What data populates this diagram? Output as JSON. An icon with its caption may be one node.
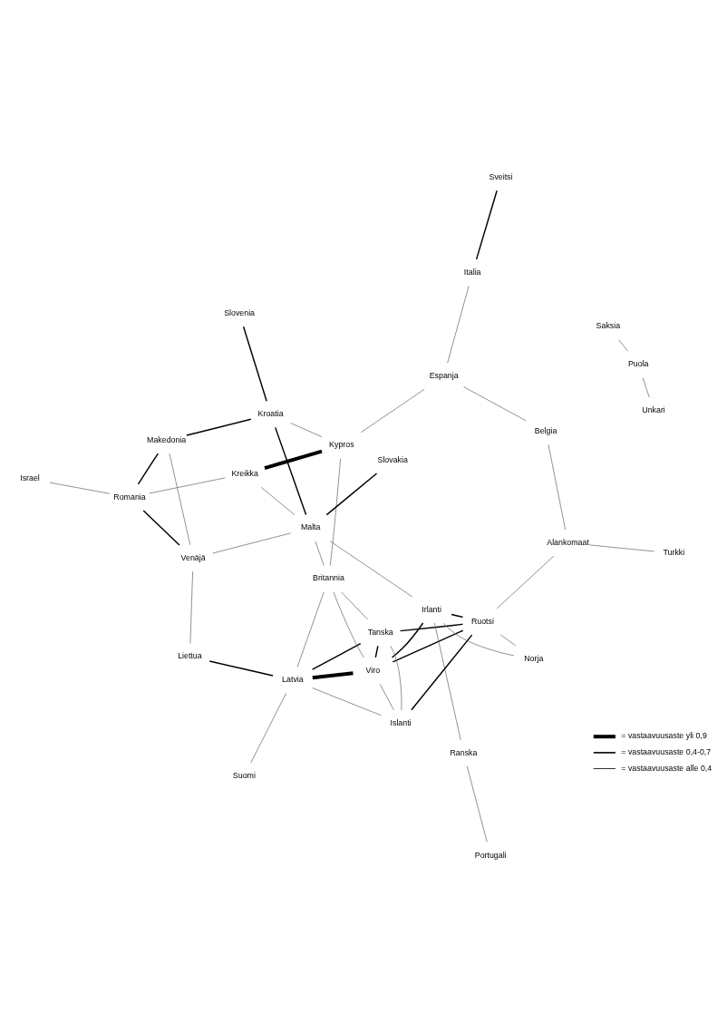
{
  "diagram": {
    "nodes": [
      {
        "text": [
          "Suomi"
        ]
      },
      {
        "text": [
          "Latvia"
        ]
      },
      {
        "text": [
          "Viro"
        ]
      },
      {
        "text": [
          "Tanska"
        ]
      },
      {
        "text": [
          "Ruotsi"
        ]
      },
      {
        "text": [
          "Irlanti"
        ]
      },
      {
        "text": [
          "Liettua"
        ]
      },
      {
        "text": [
          "Norja"
        ]
      },
      {
        "text": [
          "Ranska"
        ]
      },
      {
        "text": [
          "Portugali"
        ]
      },
      {
        "text": [
          "Saksia"
        ]
      },
      {
        "text": [
          "Puola"
        ]
      },
      {
        "text": [
          "Unkari"
        ]
      },
      {
        "text": [
          "Islanti"
        ]
      },
      {
        "text": [
          "Britannia"
        ]
      },
      {
        "text": [
          "Alankomaat"
        ]
      },
      {
        "text": [
          "Turkki"
        ]
      },
      {
        "text": [
          "Malta"
        ]
      },
      {
        "text": [
          "Slovakia"
        ]
      },
      {
        "text": [
          "Israel"
        ]
      },
      {
        "text": [
          "Venäjä"
        ]
      },
      {
        "text": [
          "Kreikka"
        ]
      },
      {
        "text": [
          "Kypros"
        ]
      },
      {
        "text": [
          "Kroatia"
        ]
      },
      {
        "text": [
          "Makedonia"
        ]
      },
      {
        "text": [
          "Belgia"
        ]
      },
      {
        "text": [
          "Espanja"
        ]
      },
      {
        "text": [
          "Sveitsi"
        ]
      },
      {
        "text": [
          "Italia"
        ]
      },
      {
        "text": [
          "Slovenia"
        ]
      },
      {
        "text": [
          "Romania"
        ]
      }
    ],
    "edges": [
      {
        "from": 1,
        "to": 2,
        "arrow": "none",
        "style": "thick",
        "color": "#000000"
      },
      {
        "from": 0,
        "to": 1,
        "arrow": "none"
      },
      {
        "from": 1,
        "to": 6,
        "arrow": "none",
        "color": "#000000"
      },
      {
        "from": 1,
        "to": 3,
        "arrow": "none",
        "color": "#000000"
      },
      {
        "from": 2,
        "to": 3,
        "arrow": "none",
        "color": "#000000"
      },
      {
        "from": 3,
        "to": 4,
        "arrow": "none",
        "color": "#000000"
      },
      {
        "from": 2,
        "to": 4,
        "arrow": "none",
        "color": "#000000"
      },
      {
        "from": 2,
        "to": 5,
        "arrow": "none",
        "color": "#000000"
      },
      {
        "from": 4,
        "to": 5,
        "arrow": "none",
        "color": "#000000"
      },
      {
        "from": 4,
        "to": 7,
        "arrow": "none"
      },
      {
        "from": 7,
        "to": 5,
        "arrow": "none"
      },
      {
        "from": 5,
        "to": 8,
        "arrow": "none"
      },
      {
        "from": 8,
        "to": 9,
        "arrow": "none"
      },
      {
        "from": 10,
        "to": 11,
        "arrow": "none"
      },
      {
        "from": 11,
        "to": 12,
        "arrow": "none"
      },
      {
        "from": 6,
        "to": 20,
        "arrow": "none"
      },
      {
        "from": 5,
        "to": 17,
        "arrow": "none"
      },
      {
        "from": 3,
        "to": 13,
        "arrow": "none"
      },
      {
        "from": 13,
        "to": 1,
        "arrow": "none"
      },
      {
        "from": 13,
        "to": 2,
        "arrow": "none"
      },
      {
        "from": 13,
        "to": 4,
        "arrow": "none",
        "color": "#000000"
      },
      {
        "from": 3,
        "to": 14,
        "arrow": "none"
      },
      {
        "from": 14,
        "to": 1,
        "arrow": "none"
      },
      {
        "from": 14,
        "to": 2,
        "arrow": "none"
      },
      {
        "from": 14,
        "to": 17,
        "arrow": "none"
      },
      {
        "from": 14,
        "to": 22,
        "arrow": "none"
      },
      {
        "from": 15,
        "to": 4,
        "arrow": "none"
      },
      {
        "from": 15,
        "to": 16,
        "arrow": "none"
      },
      {
        "from": 15,
        "to": 25,
        "arrow": "none"
      },
      {
        "from": 25,
        "to": 26,
        "arrow": "none"
      },
      {
        "from": 26,
        "to": 22,
        "arrow": "none"
      },
      {
        "from": 26,
        "to": 28,
        "arrow": "none"
      },
      {
        "from": 22,
        "to": 21,
        "arrow": "none",
        "style": "thick",
        "color": "#000000"
      },
      {
        "from": 21,
        "to": 17,
        "arrow": "none"
      },
      {
        "from": 21,
        "to": 30,
        "arrow": "none"
      },
      {
        "from": 22,
        "to": 23,
        "arrow": "none"
      },
      {
        "from": 17,
        "to": 18,
        "arrow": "none",
        "color": "#000000"
      },
      {
        "from": 17,
        "to": 20,
        "arrow": "none"
      },
      {
        "from": 17,
        "to": 23,
        "arrow": "none",
        "color": "#000000"
      },
      {
        "from": 27,
        "to": 28,
        "arrow": "none",
        "color": "#000000"
      },
      {
        "from": 23,
        "to": 29,
        "arrow": "none",
        "color": "#000000"
      },
      {
        "from": 23,
        "to": 24,
        "arrow": "none",
        "color": "#000000"
      },
      {
        "from": 30,
        "to": 24,
        "arrow": "none",
        "color": "#000000"
      },
      {
        "from": 30,
        "to": 20,
        "arrow": "none",
        "color": "#000000"
      },
      {
        "from": 24,
        "to": 20,
        "arrow": "none"
      },
      {
        "from": 19,
        "to": 30,
        "arrow": "none"
      }
    ],
    "legend": [
      {
        "text": "= vastaavuusaste yli 0,9"
      },
      {
        "text": "= vastaavuusaste 0,4-0,7"
      },
      {
        "text": "= vastaavuusaste alle 0,4"
      }
    ]
  }
}
